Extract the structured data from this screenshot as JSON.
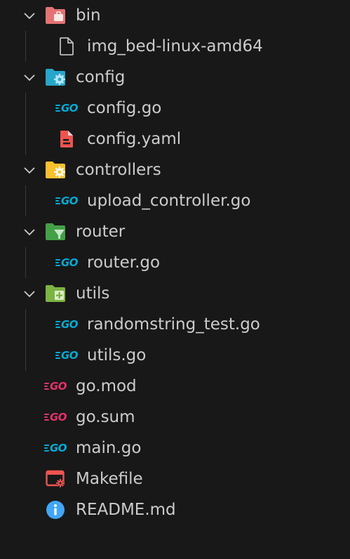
{
  "explorer": {
    "items": [
      {
        "label": "bin",
        "kind": "folder",
        "icon": "folder-bin-icon"
      },
      {
        "label": "img_bed-linux-amd64",
        "kind": "file",
        "icon": "file-icon"
      },
      {
        "label": "config",
        "kind": "folder",
        "icon": "folder-config-icon"
      },
      {
        "label": "config.go",
        "kind": "file",
        "icon": "go-file-icon"
      },
      {
        "label": "config.yaml",
        "kind": "file",
        "icon": "yaml-file-icon"
      },
      {
        "label": "controllers",
        "kind": "folder",
        "icon": "folder-controllers-icon"
      },
      {
        "label": "upload_controller.go",
        "kind": "file",
        "icon": "go-file-icon"
      },
      {
        "label": "router",
        "kind": "folder",
        "icon": "folder-router-icon"
      },
      {
        "label": "router.go",
        "kind": "file",
        "icon": "go-file-icon"
      },
      {
        "label": "utils",
        "kind": "folder",
        "icon": "folder-utils-icon"
      },
      {
        "label": "randomstring_test.go",
        "kind": "file",
        "icon": "go-file-icon"
      },
      {
        "label": "utils.go",
        "kind": "file",
        "icon": "go-file-icon"
      },
      {
        "label": "go.mod",
        "kind": "file",
        "icon": "go-mod-icon"
      },
      {
        "label": "go.sum",
        "kind": "file",
        "icon": "go-mod-icon"
      },
      {
        "label": "main.go",
        "kind": "file",
        "icon": "go-file-icon"
      },
      {
        "label": "Makefile",
        "kind": "file",
        "icon": "makefile-icon"
      },
      {
        "label": "README.md",
        "kind": "file",
        "icon": "info-icon"
      }
    ],
    "icon_text": {
      "go": "GO"
    },
    "colors": {
      "background": "#181818",
      "text": "#cccccc",
      "go_blue": "#00acd7",
      "go_pink": "#e2336b",
      "bin_folder": "#e57373",
      "config_folder": "#26a6c9",
      "controllers_folder": "#fbc02d",
      "router_folder": "#43a047",
      "utils_folder": "#7cb342",
      "yaml": "#ef5350",
      "makefile": "#ef5350",
      "info": "#42a5f5",
      "guide": "#3a3a3a"
    }
  }
}
